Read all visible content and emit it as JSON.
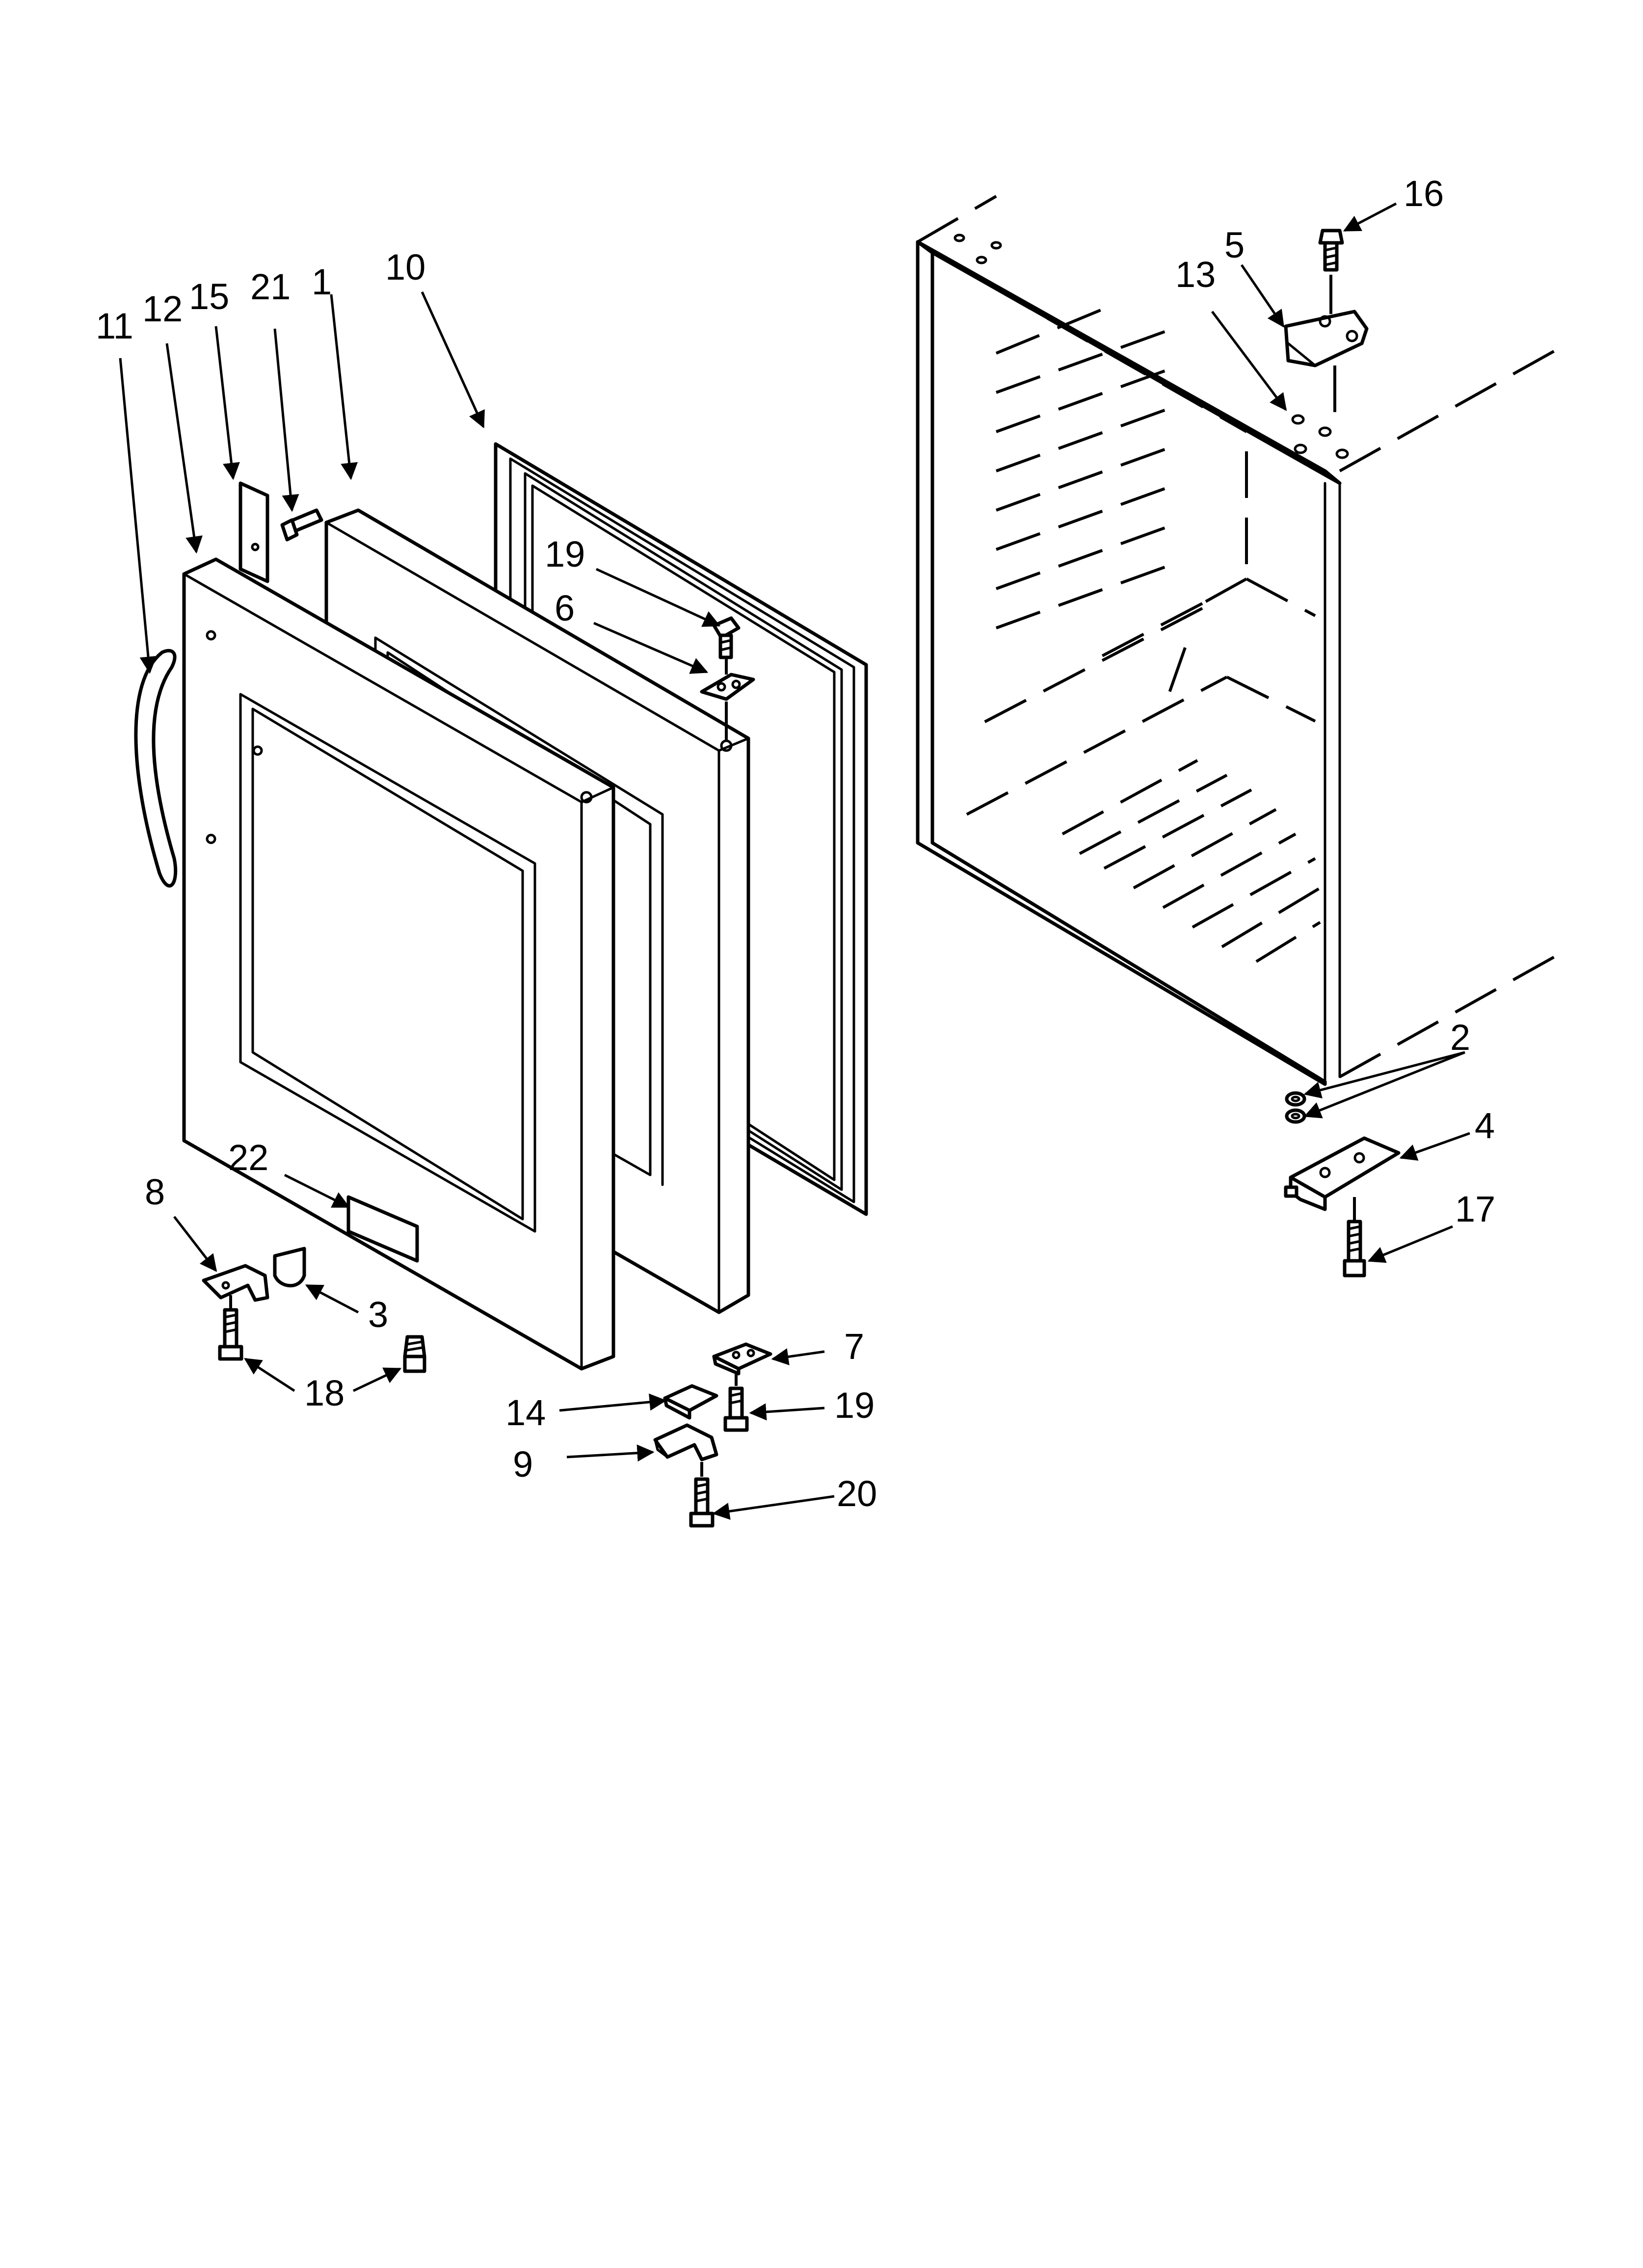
{
  "callouts": {
    "p1": "1",
    "p2": "2",
    "p3": "3",
    "p4": "4",
    "p5": "5",
    "p6": "6",
    "p7": "7",
    "p8": "8",
    "p9": "9",
    "p10": "10",
    "p11": "11",
    "p12": "12",
    "p13": "13",
    "p14": "14",
    "p15": "15",
    "p16": "16",
    "p17": "17",
    "p18": "18",
    "p19a": "19",
    "p19b": "19",
    "p20": "20",
    "p21": "21",
    "p22": "22"
  }
}
